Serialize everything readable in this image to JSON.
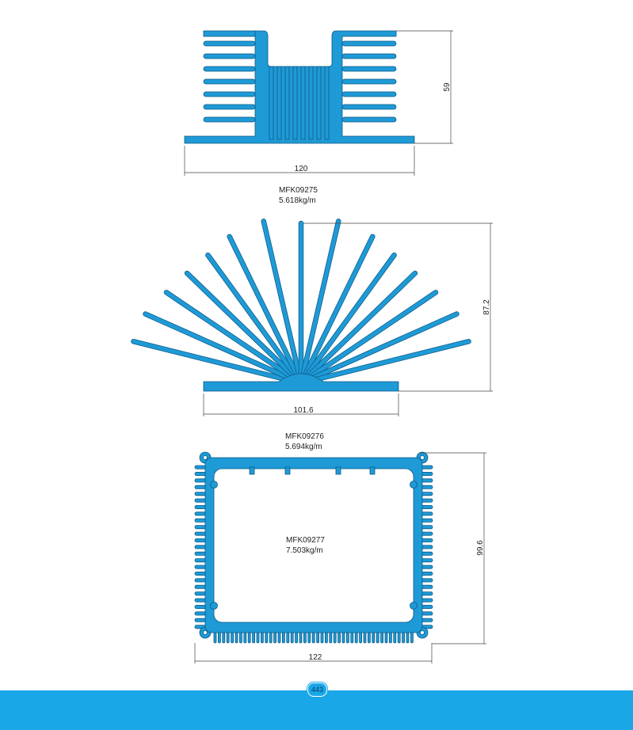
{
  "colors": {
    "profile_fill": "#1e9ad6",
    "footer": "#1aa7e8"
  },
  "profiles": [
    {
      "code": "MFK09275",
      "weight": "5.618kg/m",
      "width_dim": "120",
      "height_dim": "59"
    },
    {
      "code": "MFK09276",
      "weight": "5.694kg/m",
      "width_dim": "101.6",
      "height_dim": "87.2"
    },
    {
      "code": "MFK09277",
      "weight": "7.503kg/m",
      "width_dim": "122",
      "height_dim": "99.6"
    }
  ],
  "footer": {
    "page_number": "443"
  }
}
